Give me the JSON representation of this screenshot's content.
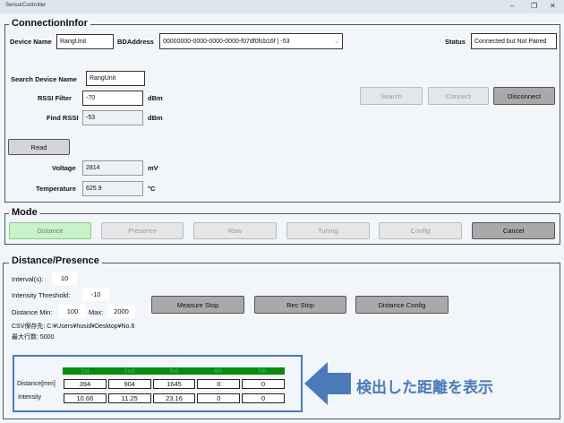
{
  "window": {
    "title": "SensorController",
    "minimize": "–",
    "restore": "❐",
    "close": "✕"
  },
  "connection": {
    "legend": "ConnectionInfor",
    "device_name_label": "Device Name",
    "device_name": "RangUnit",
    "bdaddress_label": "BDAddress",
    "bdaddress": "00000000-0000-0000-0000-f07df0fcb16f  |  -53",
    "status_label": "Status",
    "status": "Connected but Not Paired",
    "search_name_label": "Search Device Name",
    "search_name": "RangUnit",
    "rssi_filter_label": "RSSI Filter",
    "rssi_filter": "-70",
    "rssi_unit": "dBm",
    "find_rssi_label": "Find RSSI",
    "find_rssi": "-53",
    "find_rssi_unit": "dBm",
    "read": "Read",
    "voltage_label": "Voltage",
    "voltage": "2814",
    "voltage_unit": "mV",
    "temp_label": "Temperature",
    "temp": "625.9",
    "temp_unit": "°C",
    "search": "Search",
    "connect": "Connect",
    "disconnect": "Disconnect"
  },
  "mode": {
    "legend": "Mode",
    "buttons": [
      "Distance",
      "Presence",
      "Raw",
      "Tuning",
      "Config",
      "Cancel"
    ]
  },
  "dp": {
    "legend": "Distance/Presence",
    "interval_label": "Interval(s):",
    "interval": "10",
    "threshold_label": "Intensity Threshold:",
    "threshold": "-10",
    "dmin_label": "Distance Min:",
    "dmin": "100",
    "dmax_label": "Max:",
    "dmax": "2000",
    "csv": "CSV保存先: C:¥Users¥hosid¥Desktop¥No.6",
    "maxrows": "最大行数: 5000",
    "measure_stop": "Measure Stop",
    "rec_stop": "Rec Stop",
    "distance_config": "Distance Config",
    "table": {
      "headers": [
        "1st",
        "2nd",
        "3rd",
        "4th",
        "5th"
      ],
      "rows": [
        {
          "label": "Distance[mm]",
          "values": [
            "394",
            "904",
            "1645",
            "0",
            "0"
          ]
        },
        {
          "label": "Intensity",
          "values": [
            "10.66",
            "11.25",
            "23.16",
            "0",
            "0"
          ]
        }
      ]
    },
    "annotation": "検出した距離を表示"
  },
  "colors": {
    "annotation": "#4a7ab8",
    "header": "#0a8a0a"
  }
}
